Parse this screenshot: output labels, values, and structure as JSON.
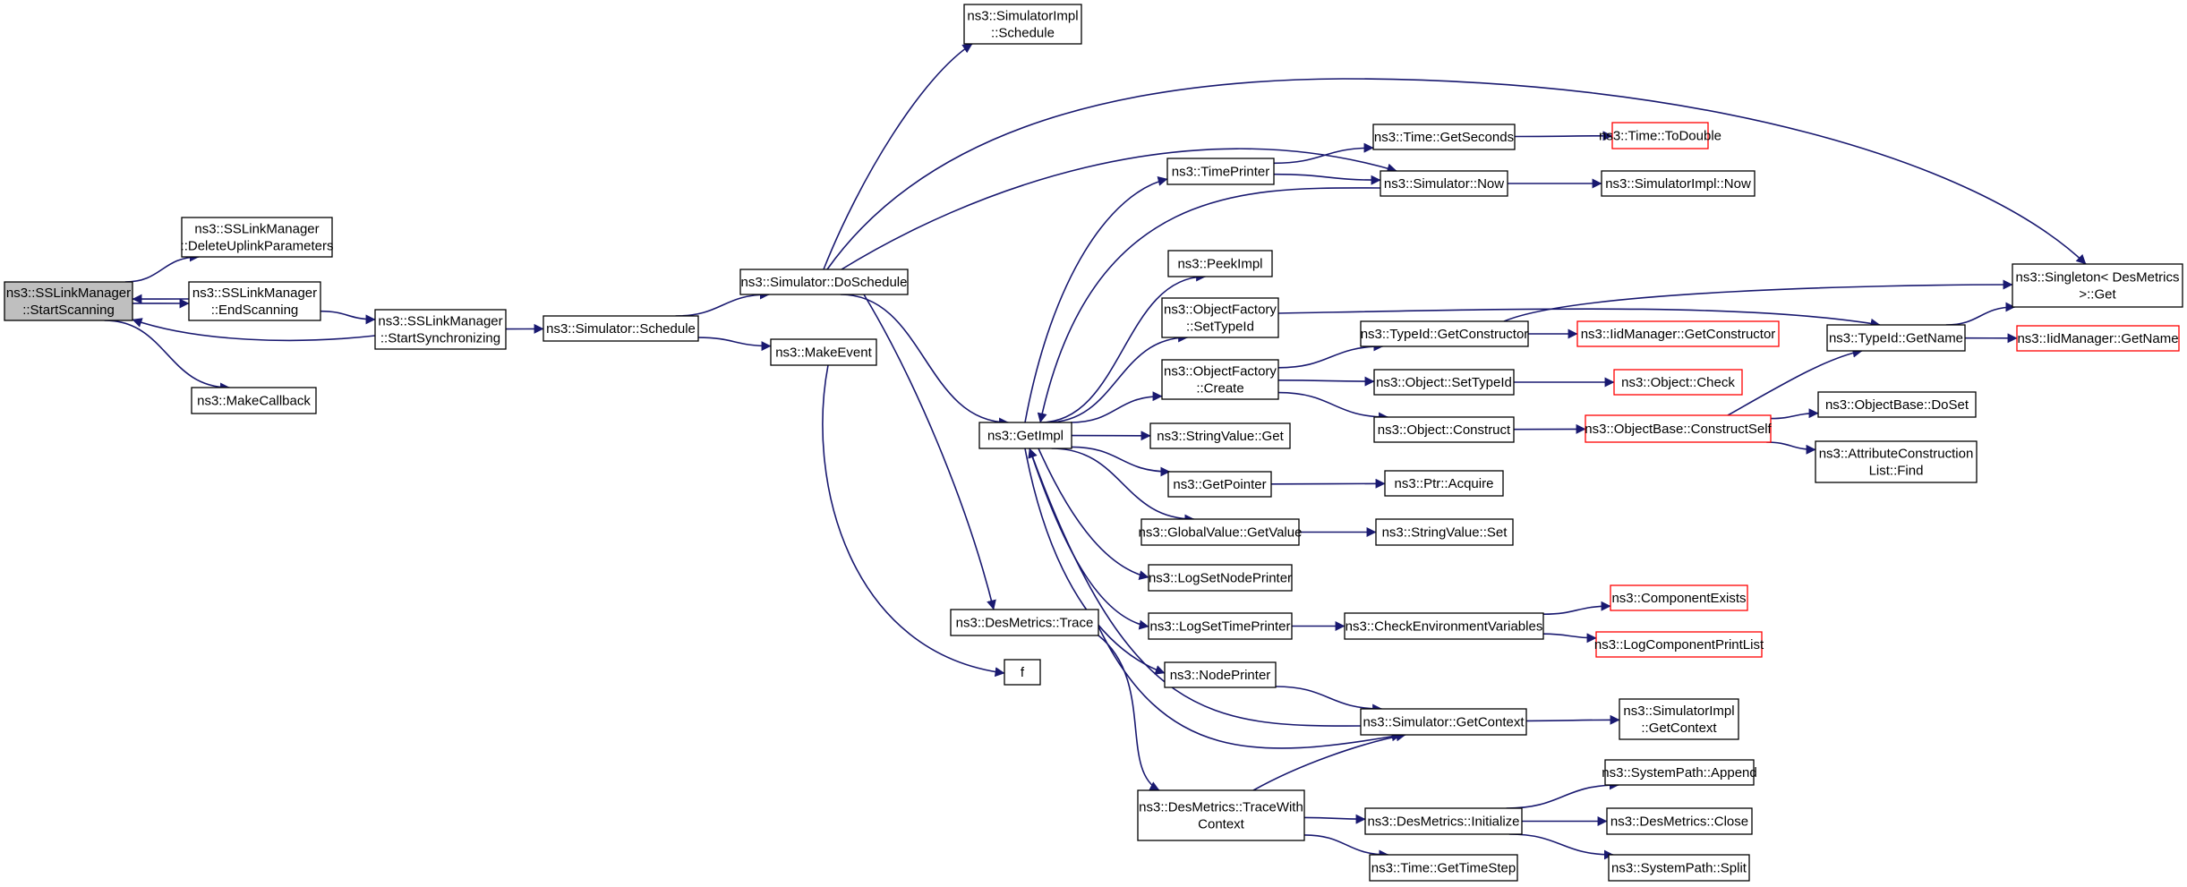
{
  "colors": {
    "edge": "#191970",
    "node_border": "#000000",
    "truncated_border": "#ff0000",
    "root_fill": "#bfbfbf",
    "node_fill": "#ffffff"
  },
  "nodes": [
    {
      "id": "start_scanning",
      "lines": [
        "ns3::SSLinkManager",
        "::StartScanning"
      ],
      "kind": "root"
    },
    {
      "id": "delete_uplink",
      "lines": [
        "ns3::SSLinkManager",
        "::DeleteUplinkParameters"
      ],
      "kind": "normal"
    },
    {
      "id": "end_scanning",
      "lines": [
        "ns3::SSLinkManager",
        "::EndScanning"
      ],
      "kind": "normal"
    },
    {
      "id": "make_callback",
      "lines": [
        "ns3::MakeCallback"
      ],
      "kind": "normal"
    },
    {
      "id": "start_sync",
      "lines": [
        "ns3::SSLinkManager",
        "::StartSynchronizing"
      ],
      "kind": "normal"
    },
    {
      "id": "sim_schedule",
      "lines": [
        "ns3::Simulator::Schedule"
      ],
      "kind": "normal"
    },
    {
      "id": "sim_doschedule",
      "lines": [
        "ns3::Simulator::DoSchedule"
      ],
      "kind": "normal"
    },
    {
      "id": "make_event",
      "lines": [
        "ns3::MakeEvent"
      ],
      "kind": "normal"
    },
    {
      "id": "simimpl_schedule",
      "lines": [
        "ns3::SimulatorImpl",
        "::Schedule"
      ],
      "kind": "normal"
    },
    {
      "id": "get_impl",
      "lines": [
        "ns3::GetImpl"
      ],
      "kind": "normal"
    },
    {
      "id": "des_trace",
      "lines": [
        "ns3::DesMetrics::Trace"
      ],
      "kind": "normal"
    },
    {
      "id": "f",
      "lines": [
        "f"
      ],
      "kind": "normal"
    },
    {
      "id": "time_printer",
      "lines": [
        "ns3::TimePrinter"
      ],
      "kind": "normal"
    },
    {
      "id": "peek_impl",
      "lines": [
        "ns3::PeekImpl"
      ],
      "kind": "normal"
    },
    {
      "id": "of_settypeid",
      "lines": [
        "ns3::ObjectFactory",
        "::SetTypeId"
      ],
      "kind": "normal"
    },
    {
      "id": "of_create",
      "lines": [
        "ns3::ObjectFactory",
        "::Create"
      ],
      "kind": "normal"
    },
    {
      "id": "stringvalue_get",
      "lines": [
        "ns3::StringValue::Get"
      ],
      "kind": "normal"
    },
    {
      "id": "get_pointer",
      "lines": [
        "ns3::GetPointer"
      ],
      "kind": "normal"
    },
    {
      "id": "globalvalue_getvalue",
      "lines": [
        "ns3::GlobalValue::GetValue"
      ],
      "kind": "normal"
    },
    {
      "id": "log_set_node_printer",
      "lines": [
        "ns3::LogSetNodePrinter"
      ],
      "kind": "normal"
    },
    {
      "id": "log_set_time_printer",
      "lines": [
        "ns3::LogSetTimePrinter"
      ],
      "kind": "normal"
    },
    {
      "id": "node_printer",
      "lines": [
        "ns3::NodePrinter"
      ],
      "kind": "normal"
    },
    {
      "id": "trace_with_context",
      "lines": [
        "ns3::DesMetrics::TraceWith",
        "Context"
      ],
      "kind": "normal"
    },
    {
      "id": "time_getseconds",
      "lines": [
        "ns3::Time::GetSeconds"
      ],
      "kind": "normal"
    },
    {
      "id": "simulator_now",
      "lines": [
        "ns3::Simulator::Now"
      ],
      "kind": "normal"
    },
    {
      "id": "typeid_getconstructor",
      "lines": [
        "ns3::TypeId::GetConstructor"
      ],
      "kind": "normal"
    },
    {
      "id": "object_settypeid",
      "lines": [
        "ns3::Object::SetTypeId"
      ],
      "kind": "normal"
    },
    {
      "id": "object_construct",
      "lines": [
        "ns3::Object::Construct"
      ],
      "kind": "normal"
    },
    {
      "id": "ptr_acquire",
      "lines": [
        "ns3::Ptr::Acquire"
      ],
      "kind": "normal"
    },
    {
      "id": "stringvalue_set",
      "lines": [
        "ns3::StringValue::Set"
      ],
      "kind": "normal"
    },
    {
      "id": "check_env_vars",
      "lines": [
        "ns3::CheckEnvironmentVariables"
      ],
      "kind": "normal"
    },
    {
      "id": "sim_getcontext",
      "lines": [
        "ns3::Simulator::GetContext"
      ],
      "kind": "normal"
    },
    {
      "id": "des_initialize",
      "lines": [
        "ns3::DesMetrics::Initialize"
      ],
      "kind": "normal"
    },
    {
      "id": "time_gettimestep",
      "lines": [
        "ns3::Time::GetTimeStep"
      ],
      "kind": "normal"
    },
    {
      "id": "time_todouble",
      "lines": [
        "ns3::Time::ToDouble"
      ],
      "kind": "truncated"
    },
    {
      "id": "simimpl_now",
      "lines": [
        "ns3::SimulatorImpl::Now"
      ],
      "kind": "normal"
    },
    {
      "id": "iidmanager_getconstructor",
      "lines": [
        "ns3::IidManager::GetConstructor"
      ],
      "kind": "truncated"
    },
    {
      "id": "object_check",
      "lines": [
        "ns3::Object::Check"
      ],
      "kind": "truncated"
    },
    {
      "id": "objectbase_constructself",
      "lines": [
        "ns3::ObjectBase::ConstructSelf"
      ],
      "kind": "truncated"
    },
    {
      "id": "component_exists",
      "lines": [
        "ns3::ComponentExists"
      ],
      "kind": "truncated"
    },
    {
      "id": "log_component_print_list",
      "lines": [
        "ns3::LogComponentPrintList"
      ],
      "kind": "truncated"
    },
    {
      "id": "simimpl_getcontext",
      "lines": [
        "ns3::SimulatorImpl",
        "::GetContext"
      ],
      "kind": "normal"
    },
    {
      "id": "systempath_append",
      "lines": [
        "ns3::SystemPath::Append"
      ],
      "kind": "normal"
    },
    {
      "id": "des_close",
      "lines": [
        "ns3::DesMetrics::Close"
      ],
      "kind": "normal"
    },
    {
      "id": "systempath_split",
      "lines": [
        "ns3::SystemPath::Split"
      ],
      "kind": "normal"
    },
    {
      "id": "typeid_getname",
      "lines": [
        "ns3::TypeId::GetName"
      ],
      "kind": "normal"
    },
    {
      "id": "objectbase_doset",
      "lines": [
        "ns3::ObjectBase::DoSet"
      ],
      "kind": "normal"
    },
    {
      "id": "attr_construction_find",
      "lines": [
        "ns3::AttributeConstruction",
        "List::Find"
      ],
      "kind": "normal"
    },
    {
      "id": "singleton_get",
      "lines": [
        "ns3::Singleton< DesMetrics",
        " >::Get"
      ],
      "kind": "normal"
    },
    {
      "id": "iidmanager_getname",
      "lines": [
        "ns3::IidManager::GetName"
      ],
      "kind": "truncated"
    }
  ],
  "edges": [
    [
      "start_scanning",
      "delete_uplink"
    ],
    [
      "start_scanning",
      "end_scanning"
    ],
    [
      "end_scanning",
      "start_scanning"
    ],
    [
      "start_scanning",
      "make_callback"
    ],
    [
      "end_scanning",
      "start_sync"
    ],
    [
      "start_sync",
      "start_scanning"
    ],
    [
      "start_sync",
      "sim_schedule"
    ],
    [
      "sim_schedule",
      "sim_doschedule"
    ],
    [
      "sim_schedule",
      "make_event"
    ],
    [
      "sim_doschedule",
      "simimpl_schedule"
    ],
    [
      "sim_doschedule",
      "singleton_get"
    ],
    [
      "sim_doschedule",
      "simulator_now"
    ],
    [
      "sim_doschedule",
      "get_impl"
    ],
    [
      "sim_doschedule",
      "des_trace"
    ],
    [
      "make_event",
      "f"
    ],
    [
      "get_impl",
      "time_printer"
    ],
    [
      "get_impl",
      "peek_impl"
    ],
    [
      "get_impl",
      "of_settypeid"
    ],
    [
      "get_impl",
      "of_create"
    ],
    [
      "get_impl",
      "stringvalue_get"
    ],
    [
      "get_impl",
      "get_pointer"
    ],
    [
      "get_impl",
      "globalvalue_getvalue"
    ],
    [
      "get_impl",
      "log_set_node_printer"
    ],
    [
      "get_impl",
      "log_set_time_printer"
    ],
    [
      "get_impl",
      "node_printer"
    ],
    [
      "simulator_now",
      "get_impl"
    ],
    [
      "sim_getcontext",
      "get_impl"
    ],
    [
      "des_trace",
      "sim_getcontext"
    ],
    [
      "des_trace",
      "trace_with_context"
    ],
    [
      "time_printer",
      "time_getseconds"
    ],
    [
      "time_printer",
      "simulator_now"
    ],
    [
      "time_getseconds",
      "time_todouble"
    ],
    [
      "simulator_now",
      "simimpl_now"
    ],
    [
      "of_settypeid",
      "typeid_getname"
    ],
    [
      "of_create",
      "typeid_getconstructor"
    ],
    [
      "of_create",
      "object_settypeid"
    ],
    [
      "of_create",
      "object_construct"
    ],
    [
      "typeid_getconstructor",
      "iidmanager_getconstructor"
    ],
    [
      "object_settypeid",
      "object_check"
    ],
    [
      "object_construct",
      "objectbase_constructself"
    ],
    [
      "objectbase_constructself",
      "typeid_getname"
    ],
    [
      "objectbase_constructself",
      "objectbase_doset"
    ],
    [
      "objectbase_constructself",
      "attr_construction_find"
    ],
    [
      "typeid_getconstructor",
      "singleton_get"
    ],
    [
      "typeid_getname",
      "singleton_get"
    ],
    [
      "typeid_getname",
      "iidmanager_getname"
    ],
    [
      "get_pointer",
      "ptr_acquire"
    ],
    [
      "globalvalue_getvalue",
      "stringvalue_set"
    ],
    [
      "log_set_time_printer",
      "check_env_vars"
    ],
    [
      "check_env_vars",
      "component_exists"
    ],
    [
      "check_env_vars",
      "log_component_print_list"
    ],
    [
      "node_printer",
      "sim_getcontext"
    ],
    [
      "sim_getcontext",
      "simimpl_getcontext"
    ],
    [
      "trace_with_context",
      "sim_getcontext"
    ],
    [
      "trace_with_context",
      "des_initialize"
    ],
    [
      "trace_with_context",
      "time_gettimestep"
    ],
    [
      "des_initialize",
      "systempath_append"
    ],
    [
      "des_initialize",
      "des_close"
    ],
    [
      "des_initialize",
      "systempath_split"
    ]
  ]
}
